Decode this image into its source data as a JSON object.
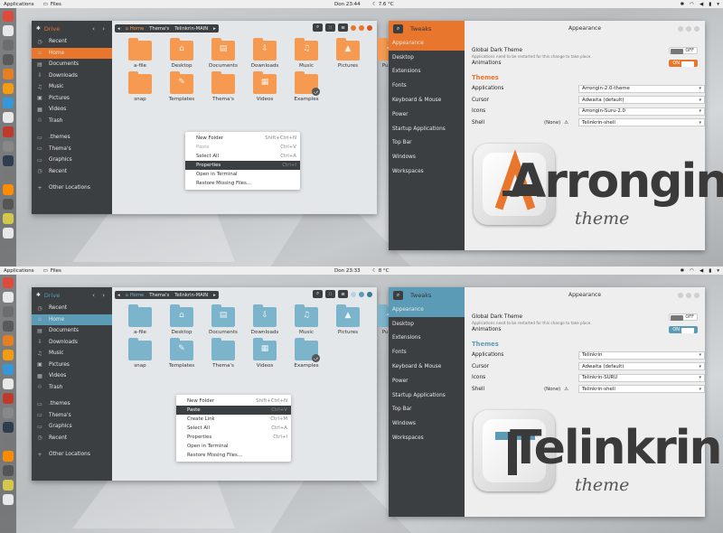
{
  "panels": [
    {
      "topbar": {
        "apps": "Applications",
        "files": "Files",
        "clock": "Don 23:44",
        "temp": "7.6 °C"
      },
      "accent": "#e8762c",
      "accent_light": "#f59a50",
      "files": {
        "sidebar_title": "Drive",
        "sidebar": [
          "Recent",
          "Home",
          "Documents",
          "Downloads",
          "Music",
          "Pictures",
          "Videos",
          "Trash"
        ],
        "bookmarks": [
          ".themes",
          "Thema's",
          "Graphics",
          "Recent"
        ],
        "other": "Other Locations",
        "path": [
          "Home",
          "Thema's",
          "Telinkrin-MAIN"
        ],
        "items": [
          {
            "label": "a-file",
            "icon": "file-icon",
            "glyph": ""
          },
          {
            "label": "Desktop",
            "icon": "desktop-folder-icon",
            "glyph": "⌂"
          },
          {
            "label": "Documents",
            "icon": "documents-folder-icon",
            "glyph": "▤"
          },
          {
            "label": "Downloads",
            "icon": "downloads-folder-icon",
            "glyph": "⇩"
          },
          {
            "label": "Music",
            "icon": "music-folder-icon",
            "glyph": "♫"
          },
          {
            "label": "Pictures",
            "icon": "pictures-folder-icon",
            "glyph": "▲"
          },
          {
            "label": "Public",
            "icon": "public-folder-icon",
            "glyph": "⋖"
          },
          {
            "label": "snap",
            "icon": "folder-icon",
            "glyph": ""
          },
          {
            "label": "Templates",
            "icon": "templates-folder-icon",
            "glyph": "✎"
          },
          {
            "label": "Thema's",
            "icon": "folder-icon",
            "glyph": ""
          },
          {
            "label": "Videos",
            "icon": "videos-folder-icon",
            "glyph": "▦"
          },
          {
            "label": "Examples",
            "icon": "examples-folder-icon",
            "glyph": "",
            "badge": "⤻"
          }
        ],
        "menu": [
          {
            "label": "New Folder",
            "key": "Shift+Ctrl+N",
            "state": ""
          },
          {
            "label": "Paste",
            "key": "Ctrl+V",
            "state": "dis"
          },
          {
            "label": "Select All",
            "key": "Ctrl+A",
            "state": ""
          },
          {
            "label": "Properties",
            "key": "Ctrl+I",
            "state": "sel"
          },
          {
            "label": "Open in Terminal",
            "key": "",
            "state": ""
          },
          {
            "label": "Restore Missing Files...",
            "key": "",
            "state": ""
          }
        ]
      },
      "tweaks": {
        "app": "Tweaks",
        "title": "Appearance",
        "nav": [
          "Appearance",
          "Desktop",
          "Extensions",
          "Fonts",
          "Keyboard & Mouse",
          "Power",
          "Startup Applications",
          "Top Bar",
          "Windows",
          "Workspaces"
        ],
        "dark_label": "Global Dark Theme",
        "dark_note": "Applications need to be restarted for this change to take place.",
        "dark_state": "OFF",
        "anim_label": "Animations",
        "anim_state": "ON",
        "themes_title": "Themes",
        "rows": [
          {
            "label": "Applications",
            "value": "Arrongin-2.0-theme"
          },
          {
            "label": "Cursor",
            "value": "Adwaita (default)"
          },
          {
            "label": "Icons",
            "value": "Arrongin-Suru-2.0"
          },
          {
            "label": "Shell",
            "value": "Telinkrin-shell",
            "none": "(None)"
          }
        ],
        "logo_word": "Arrongin",
        "logo_sub": "theme"
      }
    },
    {
      "topbar": {
        "apps": "Applications",
        "files": "Files",
        "clock": "Don 23:33",
        "temp": "8 °C"
      },
      "accent": "#5b9bb5",
      "accent_light": "#7cb4cc",
      "files": {
        "sidebar_title": "Drive",
        "sidebar": [
          "Recent",
          "Home",
          "Documents",
          "Downloads",
          "Music",
          "Pictures",
          "Videos",
          "Trash"
        ],
        "bookmarks": [
          ".themes",
          "Thema's",
          "Graphics",
          "Recent"
        ],
        "other": "Other Locations",
        "path": [
          "Home",
          "Thema's",
          "Telinkrin-MAIN"
        ],
        "items": [
          {
            "label": "a-file",
            "icon": "file-icon",
            "glyph": ""
          },
          {
            "label": "Desktop",
            "icon": "desktop-folder-icon",
            "glyph": "⌂"
          },
          {
            "label": "Documents",
            "icon": "documents-folder-icon",
            "glyph": "▤"
          },
          {
            "label": "Downloads",
            "icon": "downloads-folder-icon",
            "glyph": "⇩"
          },
          {
            "label": "Music",
            "icon": "music-folder-icon",
            "glyph": "♫"
          },
          {
            "label": "Pictures",
            "icon": "pictures-folder-icon",
            "glyph": "▲"
          },
          {
            "label": "Public",
            "icon": "public-folder-icon",
            "glyph": "⋖"
          },
          {
            "label": "snap",
            "icon": "folder-icon",
            "glyph": ""
          },
          {
            "label": "Templates",
            "icon": "templates-folder-icon",
            "glyph": "✎"
          },
          {
            "label": "Thema's",
            "icon": "folder-icon",
            "glyph": ""
          },
          {
            "label": "Videos",
            "icon": "videos-folder-icon",
            "glyph": "▦"
          },
          {
            "label": "Examples",
            "icon": "examples-folder-icon",
            "glyph": "",
            "badge": "⤻"
          }
        ],
        "menu": [
          {
            "label": "New Folder",
            "key": "Shift+Ctrl+N",
            "state": ""
          },
          {
            "label": "Paste",
            "key": "Ctrl+V",
            "state": "sel"
          },
          {
            "label": "Create Link",
            "key": "Ctrl+M",
            "state": ""
          },
          {
            "label": "Select All",
            "key": "Ctrl+A",
            "state": ""
          },
          {
            "label": "Properties",
            "key": "Ctrl+I",
            "state": ""
          },
          {
            "label": "Open in Terminal",
            "key": "",
            "state": ""
          },
          {
            "label": "Restore Missing Files...",
            "key": "",
            "state": ""
          }
        ]
      },
      "tweaks": {
        "app": "Tweaks",
        "title": "Appearance",
        "nav": [
          "Appearance",
          "Desktop",
          "Extensions",
          "Fonts",
          "Keyboard & Mouse",
          "Power",
          "Startup Applications",
          "Top Bar",
          "Windows",
          "Workspaces"
        ],
        "dark_label": "Global Dark Theme",
        "dark_note": "Applications need to be restarted for this change to take place.",
        "dark_state": "OFF",
        "anim_label": "Animations",
        "anim_state": "ON",
        "themes_title": "Themes",
        "rows": [
          {
            "label": "Applications",
            "value": "Telinkrin"
          },
          {
            "label": "Cursor",
            "value": "Adwaita (default)"
          },
          {
            "label": "Icons",
            "value": "Telinkrin-SURU"
          },
          {
            "label": "Shell",
            "value": "Telinkrin-shell",
            "none": "(None)"
          }
        ],
        "logo_word": "Telinkrin",
        "logo_sub": "theme"
      }
    }
  ]
}
